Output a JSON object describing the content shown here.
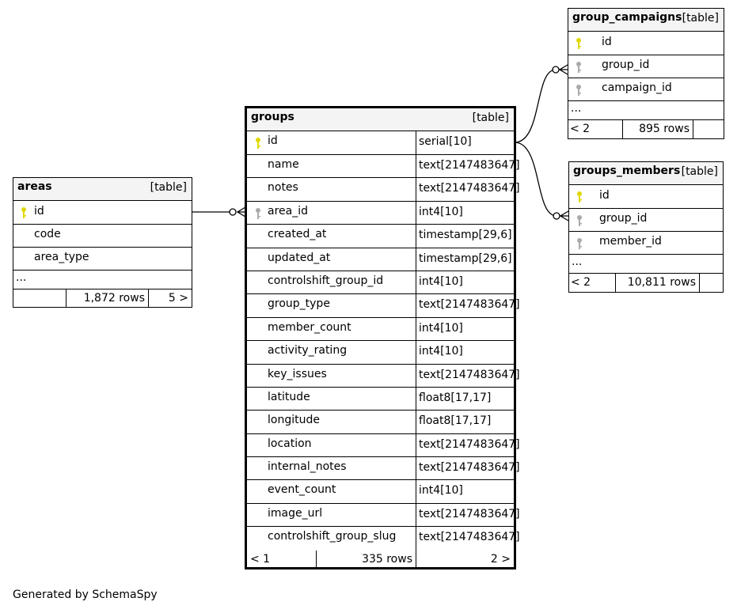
{
  "areas": {
    "name": "areas",
    "kind": "[table]",
    "columns": [
      "id",
      "code",
      "area_type"
    ],
    "ellipsis": "...",
    "rows": "1,872 rows",
    "children": "5 >"
  },
  "groups": {
    "name": "groups",
    "kind": "[table]",
    "columns": [
      {
        "name": "id",
        "type": "serial[10]"
      },
      {
        "name": "name",
        "type": "text[2147483647]"
      },
      {
        "name": "notes",
        "type": "text[2147483647]"
      },
      {
        "name": "area_id",
        "type": "int4[10]"
      },
      {
        "name": "created_at",
        "type": "timestamp[29,6]"
      },
      {
        "name": "updated_at",
        "type": "timestamp[29,6]"
      },
      {
        "name": "controlshift_group_id",
        "type": "int4[10]"
      },
      {
        "name": "group_type",
        "type": "text[2147483647]"
      },
      {
        "name": "member_count",
        "type": "int4[10]"
      },
      {
        "name": "activity_rating",
        "type": "int4[10]"
      },
      {
        "name": "key_issues",
        "type": "text[2147483647]"
      },
      {
        "name": "latitude",
        "type": "float8[17,17]"
      },
      {
        "name": "longitude",
        "type": "float8[17,17]"
      },
      {
        "name": "location",
        "type": "text[2147483647]"
      },
      {
        "name": "internal_notes",
        "type": "text[2147483647]"
      },
      {
        "name": "event_count",
        "type": "int4[10]"
      },
      {
        "name": "image_url",
        "type": "text[2147483647]"
      },
      {
        "name": "controlshift_group_slug",
        "type": "text[2147483647]"
      }
    ],
    "parents": "< 1",
    "rows": "335 rows",
    "children": "2 >"
  },
  "group_campaigns": {
    "name": "group_campaigns",
    "kind": "[table]",
    "columns": [
      "id",
      "group_id",
      "campaign_id"
    ],
    "ellipsis": "...",
    "parents": "< 2",
    "rows": "895 rows"
  },
  "groups_members": {
    "name": "groups_members",
    "kind": "[table]",
    "columns": [
      "id",
      "group_id",
      "member_id"
    ],
    "ellipsis": "...",
    "parents": "< 2",
    "rows": "10,811 rows"
  },
  "footer": "Generated by SchemaSpy",
  "colors": {
    "primary_key": "#e0d800",
    "foreign_key": "#aaaaaa"
  }
}
